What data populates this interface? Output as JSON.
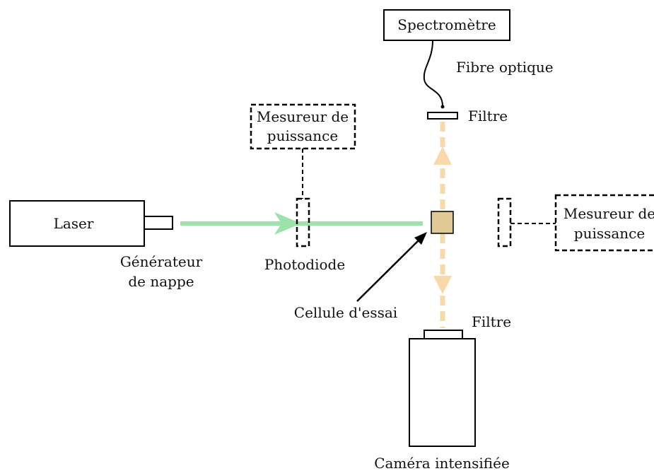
{
  "labels": {
    "spectrometer": "Spectromètre",
    "optical_fiber": "Fibre optique",
    "filter_top": "Filtre",
    "power_meter_left_line1": "Mesureur de",
    "power_meter_left_line2": "puissance",
    "laser": "Laser",
    "sheet_generator_line1": "Générateur",
    "sheet_generator_line2": "de nappe",
    "photodiode": "Photodiode",
    "power_meter_right_line1": "Mesureur de",
    "power_meter_right_line2": "puissance",
    "test_cell": "Cellule d'essai",
    "filter_bottom": "Filtre",
    "camera": "Caméra intensifiée"
  },
  "colors": {
    "laser_beam": "#9be3a8",
    "emission": "#f8d9a8",
    "test_cell": "#e1c996",
    "outline": "#000000"
  }
}
